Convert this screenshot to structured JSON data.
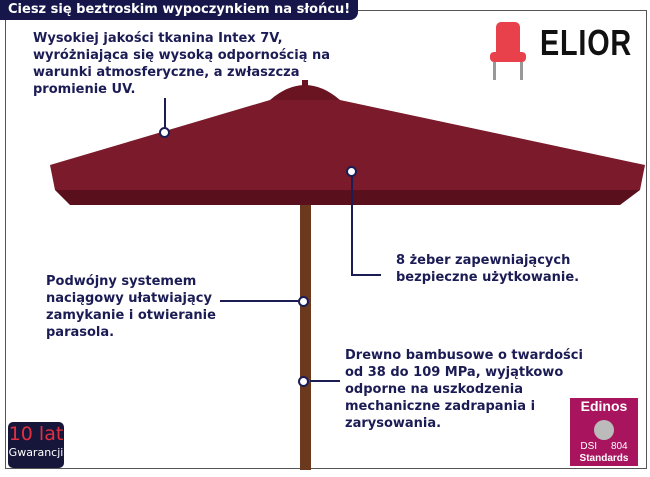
{
  "title": "Ciesz się beztroskim wypoczynkiem na słońcu!",
  "brand": "ELIOR",
  "features": [
    "Wysokiej jakości tkanina Intex 7V, wyróżniająca się wysoką odpornością na warunki atmosferyczne, a zwłaszcza promienie UV.",
    "8 żeber zapewniających bezpieczne użytkowanie.",
    "Podwójny systemem naciągowy ułatwiający zamykanie i otwieranie parasola.",
    "Drewno bambusowe o twardości od 38 do 109 MPa, wyjątkowo odporne na uszkodzenia mechaniczne zadrapania i zarysowania."
  ],
  "warranty": {
    "years": "10 lat",
    "label": "Gwarancji"
  },
  "edinos": {
    "name": "Edinos",
    "dsi": "DSI",
    "num": "804",
    "standards": "Standards"
  },
  "colors": {
    "canopy": "#7a1a2a",
    "text": "#1c1c55",
    "pole": "#6b3a1e"
  }
}
